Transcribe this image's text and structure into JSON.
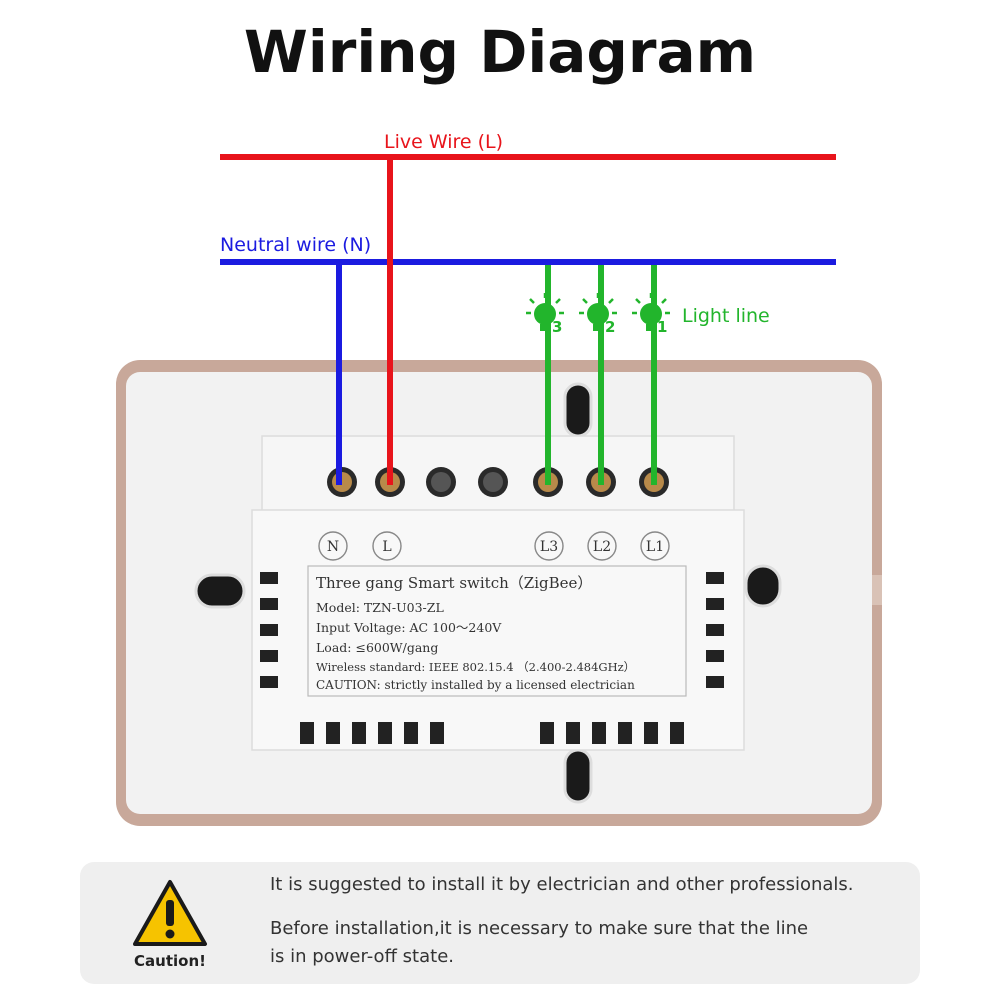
{
  "title": "Wiring Diagram",
  "wires": {
    "live_label": "Live Wire (L)",
    "neutral_label": "Neutral wire (N)",
    "light_label": "Light line",
    "colors": {
      "live": "#e8141b",
      "neutral": "#1b1be0",
      "light": "#22b52c"
    }
  },
  "bulbs": [
    {
      "number": "3"
    },
    {
      "number": "2"
    },
    {
      "number": "1"
    }
  ],
  "terminals": [
    "N",
    "L",
    "L3",
    "L2",
    "L1"
  ],
  "product_label": {
    "name": "Three gang Smart switch（ZigBee）",
    "model": "Model: TZN-U03-ZL",
    "input_voltage": "Input Voltage: AC 100～240V",
    "load": "Load: ≤600W/gang",
    "wireless": "Wireless standard: IEEE 802.15.4 （2.400-2.484GHz）",
    "caution": "CAUTION: strictly installed by a licensed electrician"
  },
  "caution_box": {
    "label": "Caution!",
    "line1": "It is suggested to install it by electrician and other professionals.",
    "line2a": "Before installation,it is necessary to make sure that the line",
    "line2b": "is in power-off state."
  },
  "colors": {
    "plate_frame": "#c8a89a",
    "plate_face": "#f2f2f2",
    "module": "#f6f6f6",
    "caution_yellow": "#f6c300"
  }
}
